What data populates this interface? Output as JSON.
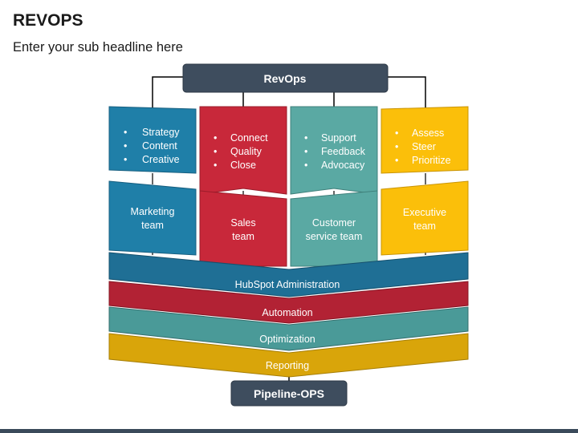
{
  "title": "REVOPS",
  "subtitle": "Enter your sub headline here",
  "top_bar": {
    "label": "RevOps"
  },
  "bottom_bar": {
    "label": "Pipeline-OPS"
  },
  "columns": [
    {
      "color": "#1f7fa8",
      "bullets": [
        "Strategy",
        "Content",
        "Creative"
      ],
      "team": [
        "Marketing",
        "team"
      ]
    },
    {
      "color": "#c8283a",
      "bullets": [
        "Connect",
        "Quality",
        "Close"
      ],
      "team": [
        "Sales",
        "team"
      ]
    },
    {
      "color": "#5aa9a3",
      "bullets": [
        "Support",
        "Feedback",
        "Advocacy"
      ],
      "team": [
        "Customer",
        "service team"
      ]
    },
    {
      "color": "#fbbf0a",
      "bullets": [
        "Assess",
        "Steer",
        "Prioritize"
      ],
      "team": [
        "Executive",
        "team"
      ]
    }
  ],
  "bands": [
    {
      "label": "HubSpot Administration",
      "color": "#1f6f95"
    },
    {
      "label": "Automation",
      "color": "#b22234"
    },
    {
      "label": "Optimization",
      "color": "#4a9a98"
    },
    {
      "label": "Reporting",
      "color": "#d9a50a"
    }
  ],
  "colors": {
    "bar": "#3e4d5e",
    "line": "#000000"
  }
}
